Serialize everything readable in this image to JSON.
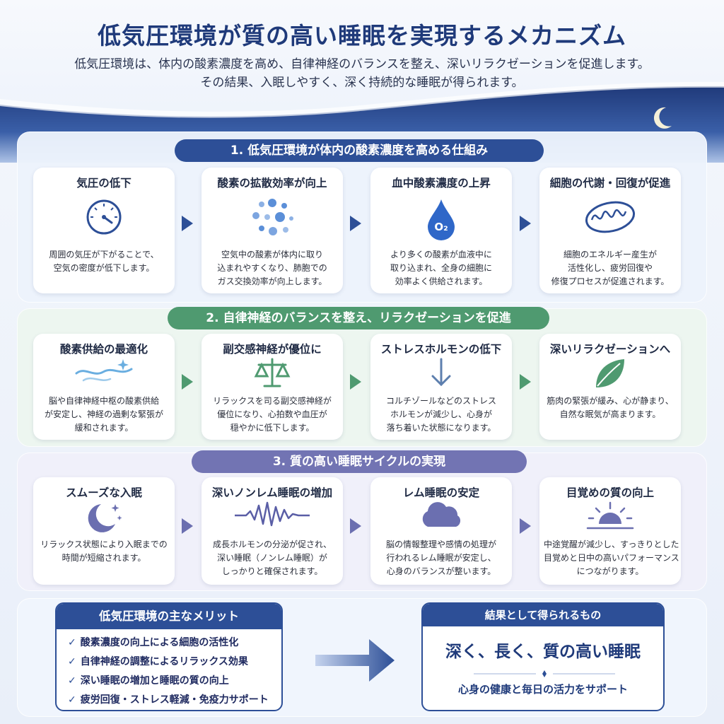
{
  "header": {
    "title": "低気圧環境が質の高い睡眠を実現するメカニズム",
    "subtitle_lines": [
      "低気圧環境は、体内の酸素濃度を高め、自律神経のバランスを整え、深いリラクゼーションを促進します。",
      "その結果、入眠しやすく、深く持続的な睡眠が得られます。"
    ]
  },
  "sections": [
    {
      "title": "1. 低気圧環境が体内の酸素濃度を高める仕組み",
      "color": "#2d4f97",
      "cards": [
        {
          "title": "気圧の低下",
          "icon": "gauge-icon",
          "text": [
            "周囲の気圧が下がることで、",
            "空気の密度が低下します。"
          ]
        },
        {
          "title": "酸素の拡散効率が向上",
          "icon": "molecules-icon",
          "text": [
            "空気中の酸素が体内に取り",
            "込まれやすくなり、肺胞での",
            "ガス交換効率が向上します。"
          ]
        },
        {
          "title": "血中酸素濃度の上昇",
          "icon": "oxygen-drop-icon",
          "icon_label": "O₂",
          "text": [
            "より多くの酸素が血液中に",
            "取り込まれ、全身の細胞に",
            "効率よく供給されます。"
          ]
        },
        {
          "title": "細胞の代謝・回復が促進",
          "icon": "mitochondria-icon",
          "text": [
            "細胞のエネルギー産生が",
            "活性化し、疲労回復や",
            "修復プロセスが促進されます。"
          ]
        }
      ]
    },
    {
      "title": "2. 自律神経のバランスを整え、リラクゼーションを促進",
      "color": "#4f9a70",
      "cards": [
        {
          "title": "酸素供給の最適化",
          "icon": "wave-sparkle-icon",
          "text": [
            "脳や自律神経中枢の酸素供給",
            "が安定し、神経の過剰な緊張が",
            "緩和されます。"
          ]
        },
        {
          "title": "副交感神経が優位に",
          "icon": "balance-scale-icon",
          "text": [
            "リラックスを司る副交感神経が",
            "優位になり、心拍数や血圧が",
            "穏やかに低下します。"
          ]
        },
        {
          "title": "ストレスホルモンの低下",
          "icon": "down-arrow-icon",
          "text": [
            "コルチゾールなどのストレス",
            "ホルモンが減少し、心身が",
            "落ち着いた状態になります。"
          ]
        },
        {
          "title": "深いリラクゼーションへ",
          "icon": "leaf-icon",
          "text": [
            "筋肉の緊張が緩み、心が静まり、",
            "自然な眠気が高まります。"
          ]
        }
      ]
    },
    {
      "title": "3. 質の高い睡眠サイクルの実現",
      "color": "#7274b3",
      "cards": [
        {
          "title": "スムーズな入眠",
          "icon": "moon-stars-icon",
          "text": [
            "リラックス状態により入眠までの",
            "時間が短縮されます。"
          ]
        },
        {
          "title": "深いノンレム睡眠の増加",
          "icon": "brainwave-icon",
          "text": [
            "成長ホルモンの分泌が促され、",
            "深い睡眠（ノンレム睡眠）が",
            "しっかりと確保されます。"
          ]
        },
        {
          "title": "レム睡眠の安定",
          "icon": "cloud-icon",
          "text": [
            "脳の情報整理や感情の処理が",
            "行われるレム睡眠が安定し、",
            "心身のバランスが整います。"
          ]
        },
        {
          "title": "目覚めの質の向上",
          "icon": "sunrise-icon",
          "text": [
            "中途覚醒が減少し、すっきりとした",
            "目覚めと日中の高いパフォーマンス",
            "につながります。"
          ]
        }
      ]
    }
  ],
  "merits": {
    "title": "低気圧環境の主なメリット",
    "items": [
      "酸素濃度の向上による細胞の活性化",
      "自律神経の調整によるリラックス効果",
      "深い睡眠の増加と睡眠の質の向上",
      "疲労回復・ストレス軽減・免疫力サポート"
    ]
  },
  "result": {
    "title": "結果として得られるもの",
    "main": "深く、長く、質の高い睡眠",
    "sub": "心身の健康と毎日の活力をサポート"
  }
}
